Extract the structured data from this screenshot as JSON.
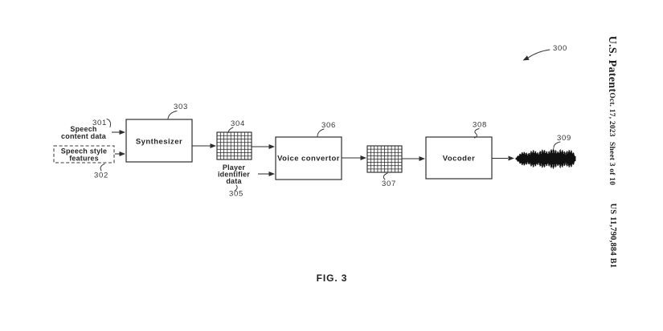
{
  "sidebar": {
    "publication": "U.S. Patent",
    "date": "Oct. 17, 2023",
    "sheet": "Sheet 3 of 10",
    "patent_number": "US 11,790,884 B1"
  },
  "figure": {
    "caption": "FIG. 3",
    "system_ref": "300"
  },
  "nodes": {
    "speech_content_data": {
      "line1": "Speech",
      "line2": "content data",
      "ref": "301"
    },
    "speech_style_features": {
      "line1": "Speech style",
      "line2": "features",
      "ref": "302"
    },
    "synthesizer": {
      "label": "Synthesizer",
      "ref": "303"
    },
    "spectrogram_1": {
      "ref": "304"
    },
    "player_identifier_data": {
      "line1": "Player",
      "line2": "identifier",
      "line3": "data",
      "ref": "305"
    },
    "voice_convertor": {
      "label": "Voice convertor",
      "ref": "306"
    },
    "spectrogram_2": {
      "ref": "307"
    },
    "vocoder": {
      "label": "Vocoder",
      "ref": "308"
    },
    "output_waveform": {
      "ref": "309"
    }
  },
  "colors": {
    "ink": "#2e2e2e",
    "background": "#ffffff"
  }
}
